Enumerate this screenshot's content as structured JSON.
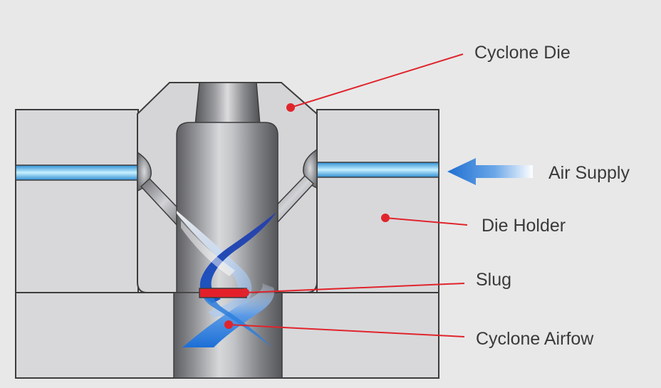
{
  "labels": {
    "cyclone_die": "Cyclone Die",
    "air_supply": "Air Supply",
    "die_holder": "Die Holder",
    "slug": "Slug",
    "cyclone_airflow": "Cyclone Airfow"
  },
  "colors": {
    "background": "#e8e8e8",
    "block_fill": "#d8d8da",
    "outline": "#3c3c3c",
    "leader_line": "#e0242c",
    "slug": "#e3202a",
    "air_blue": "#2f7fd8",
    "air_channel": "#8fd4f4",
    "flow_dark": "#1f3d9a"
  }
}
